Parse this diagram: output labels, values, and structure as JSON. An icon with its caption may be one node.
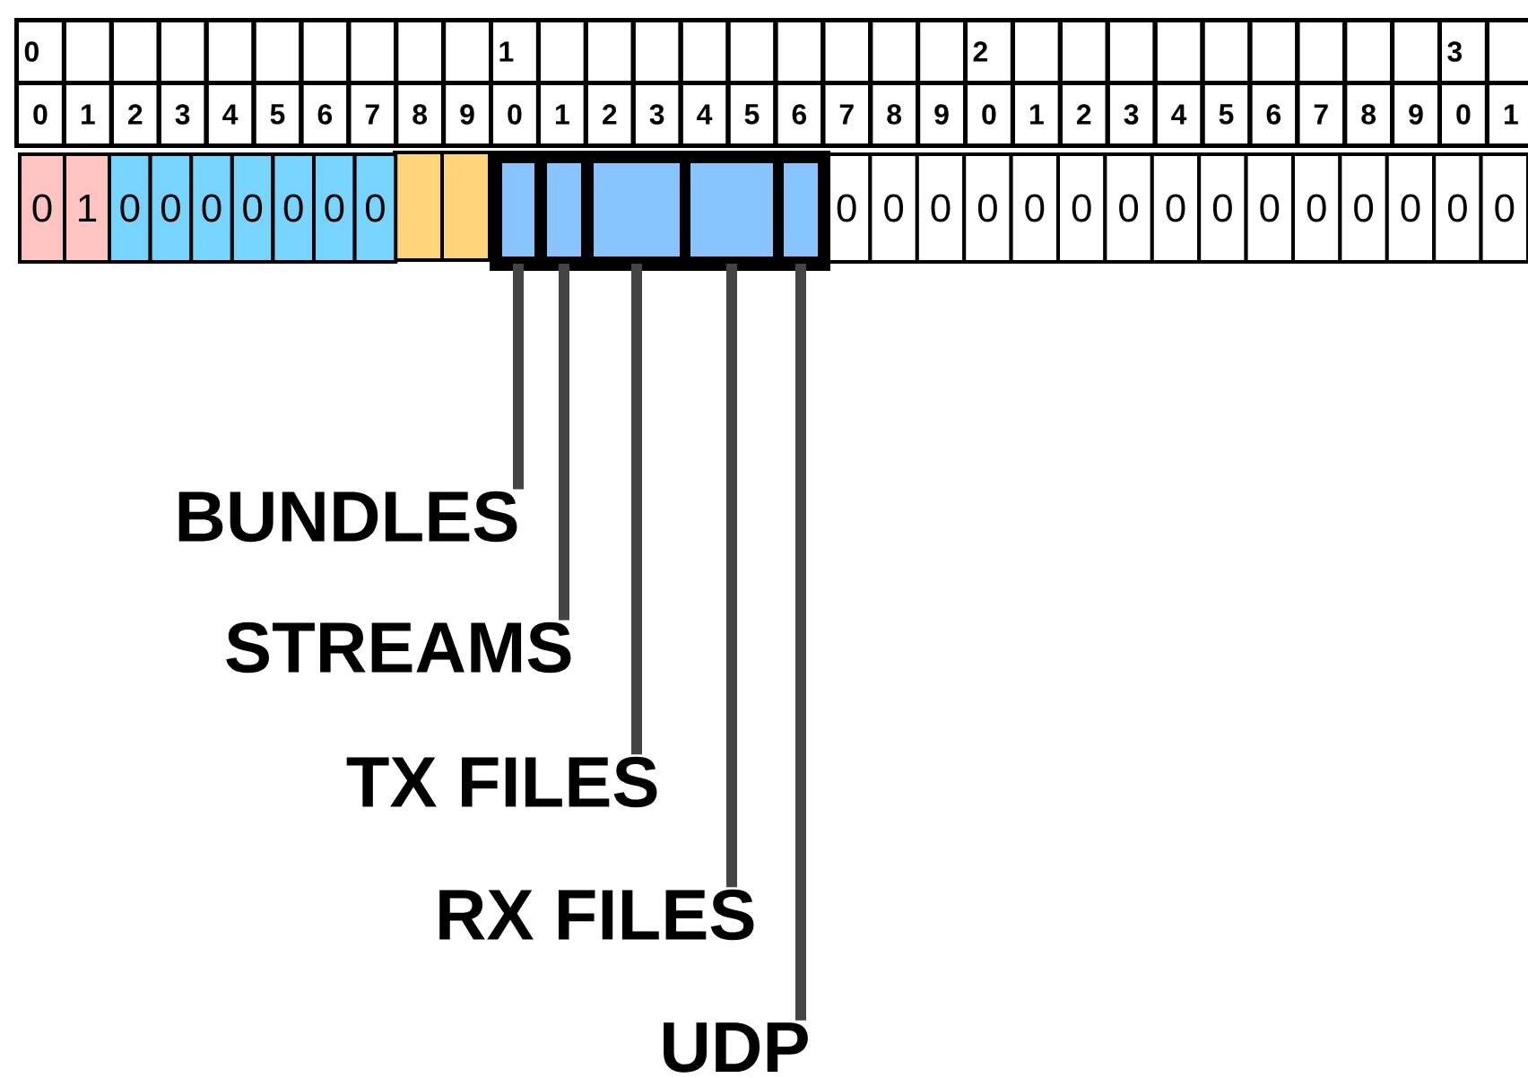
{
  "diagram": {
    "nodes": [
      {
        "text": [],
        "shape": "box"
      },
      {
        "text": [],
        "shape": "box",
        "in": 0
      },
      {
        "text": [],
        "shape": "box",
        "in": 0
      },
      {
        "text": [],
        "shape": "box",
        "in": 0
      },
      {
        "text": [],
        "shape": "box",
        "in": 0
      },
      {
        "text": [],
        "shape": "box",
        "in": 0
      },
      {
        "text": [
          "BUNDLES"
        ]
      },
      {
        "text": [
          "STREAMS"
        ]
      },
      {
        "text": [
          "TX FILES"
        ]
      },
      {
        "text": [
          "RX FILES"
        ]
      },
      {
        "text": [
          "UDP"
        ]
      }
    ],
    "edges": [
      {
        "from": 6,
        "to": 1,
        "arrow": "none"
      },
      {
        "from": 7,
        "to": 2,
        "arrow": "none"
      },
      {
        "from": 8,
        "to": 3,
        "arrow": "none"
      },
      {
        "from": 9,
        "to": 4,
        "arrow": "none"
      },
      {
        "from": 10,
        "to": 5,
        "arrow": "none"
      }
    ],
    "labels": [
      "0",
      "1",
      "2",
      "3",
      "0",
      "1",
      "2",
      "3",
      "4",
      "5",
      "6",
      "7",
      "8",
      "9",
      "0",
      "1",
      "2",
      "3",
      "4",
      "5",
      "6",
      "7",
      "8",
      "9",
      "0",
      "1",
      "2",
      "3",
      "4",
      "5",
      "6",
      "7",
      "8",
      "9",
      "0",
      "1",
      "0",
      "1",
      "0",
      "0",
      "0",
      "0",
      "0",
      "0",
      "0",
      "0",
      "0",
      "0",
      "0",
      "0",
      "0",
      "0",
      "0",
      "0",
      "0",
      "0",
      "0",
      "0",
      "0",
      "0"
    ]
  }
}
